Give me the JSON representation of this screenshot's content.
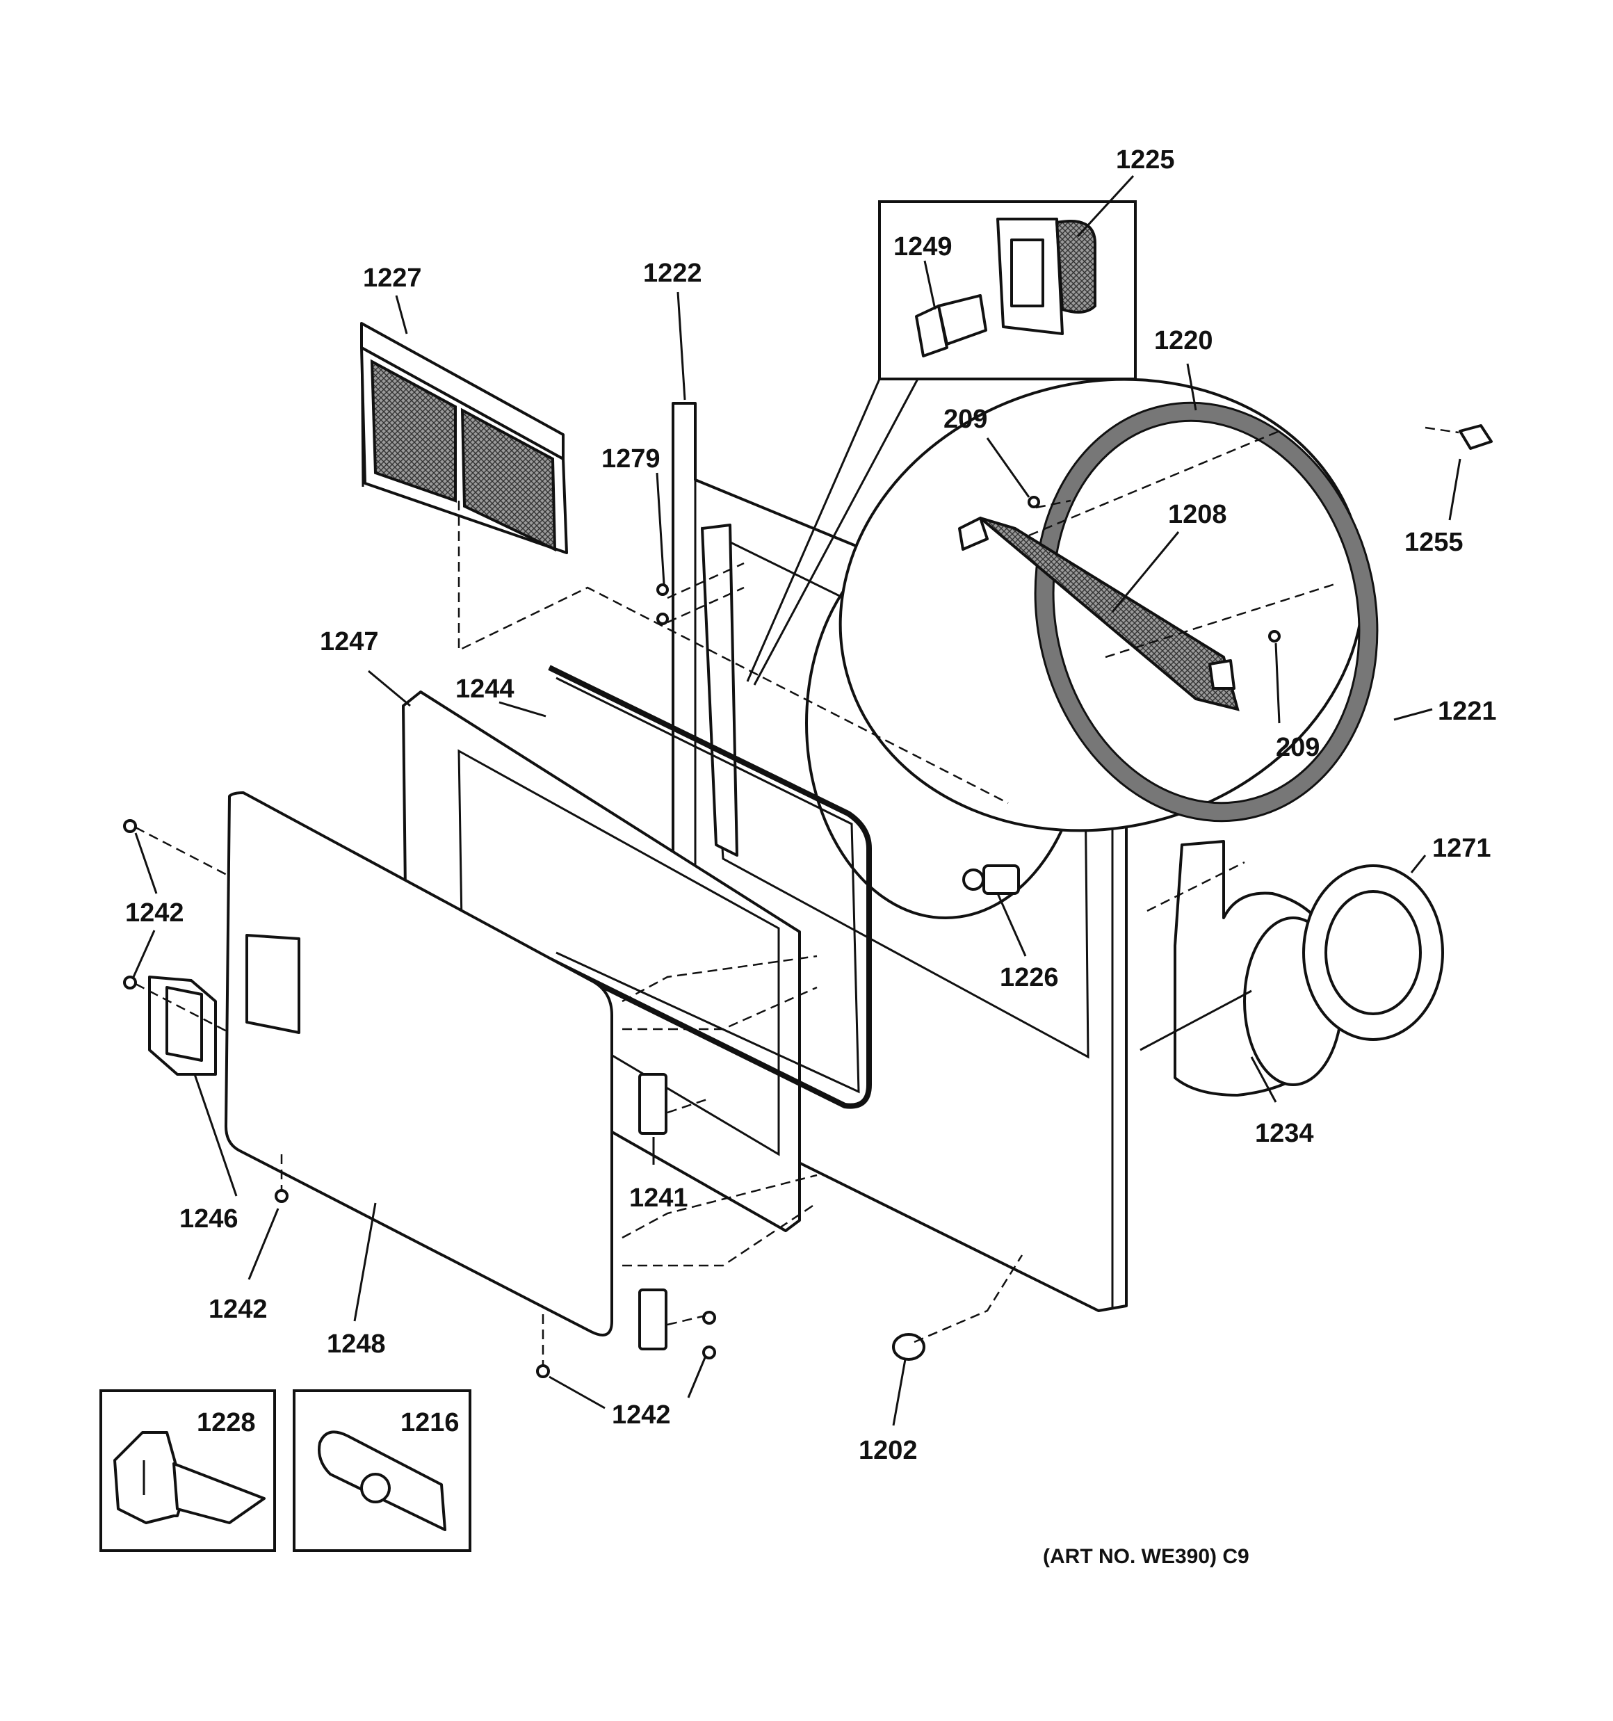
{
  "diagram": {
    "callouts": [
      {
        "id": "1225",
        "text": "1225"
      },
      {
        "id": "1249",
        "text": "1249"
      },
      {
        "id": "1227",
        "text": "1227"
      },
      {
        "id": "1222",
        "text": "1222"
      },
      {
        "id": "1220",
        "text": "1220"
      },
      {
        "id": "209a",
        "text": "209"
      },
      {
        "id": "1279",
        "text": "1279"
      },
      {
        "id": "1208",
        "text": "1208"
      },
      {
        "id": "1255",
        "text": "1255"
      },
      {
        "id": "1247",
        "text": "1247"
      },
      {
        "id": "1244",
        "text": "1244"
      },
      {
        "id": "209b",
        "text": "209"
      },
      {
        "id": "1221",
        "text": "1221"
      },
      {
        "id": "1271",
        "text": "1271"
      },
      {
        "id": "1242a",
        "text": "1242"
      },
      {
        "id": "1226",
        "text": "1226"
      },
      {
        "id": "1234",
        "text": "1234"
      },
      {
        "id": "1246",
        "text": "1246"
      },
      {
        "id": "1241",
        "text": "1241"
      },
      {
        "id": "1242b",
        "text": "1242"
      },
      {
        "id": "1248",
        "text": "1248"
      },
      {
        "id": "1242c",
        "text": "1242"
      },
      {
        "id": "1202",
        "text": "1202"
      },
      {
        "id": "1228",
        "text": "1228"
      },
      {
        "id": "1216",
        "text": "1216"
      }
    ],
    "art_number": "(ART NO. WE390) C9"
  }
}
